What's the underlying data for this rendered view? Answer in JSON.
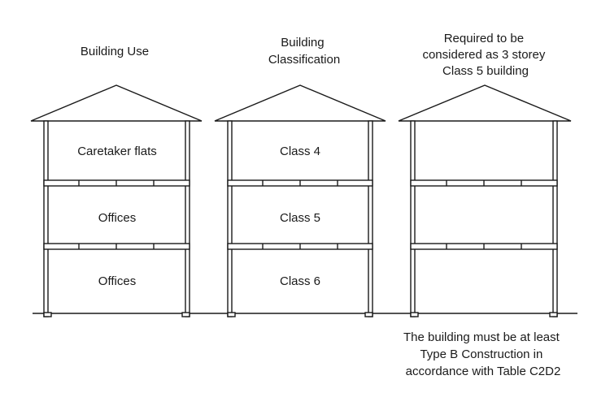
{
  "columns": [
    {
      "heading": [
        "Building Use"
      ],
      "floors": [
        "Caretaker flats",
        "Offices",
        "Offices"
      ]
    },
    {
      "heading": [
        "Building",
        "Classification"
      ],
      "floors": [
        "Class 4",
        "Class 5",
        "Class 6"
      ]
    },
    {
      "heading": [
        "Required to be",
        "considered as 3 storey",
        "Class 5 building"
      ],
      "floors": [
        "",
        "",
        ""
      ]
    }
  ],
  "note": [
    "The building must be at least",
    "Type B Construction in",
    "accordance with Table C2D2"
  ]
}
